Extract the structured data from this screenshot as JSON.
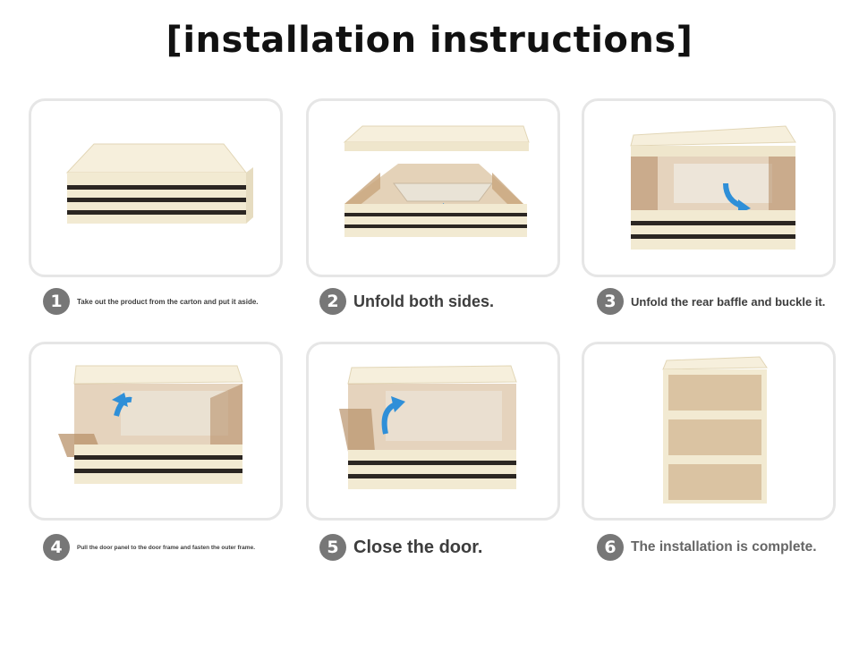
{
  "title": "[installation instructions]",
  "steps": [
    {
      "number": "1",
      "text": "Take out the product from the carton and put it aside.",
      "image_icon": "folded-cabinet-illustration"
    },
    {
      "number": "2",
      "text": "Unfold both sides.",
      "image_icon": "unfold-sides-illustration"
    },
    {
      "number": "3",
      "text": "Unfold the rear baffle and buckle it.",
      "image_icon": "rear-baffle-illustration"
    },
    {
      "number": "4",
      "text": "Pull the door panel to the door frame and fasten the outer frame.",
      "image_icon": "door-panel-illustration"
    },
    {
      "number": "5",
      "text": "Close the door.",
      "image_icon": "close-door-illustration"
    },
    {
      "number": "6",
      "text": "The installation is complete.",
      "image_icon": "stacked-cabinets-illustration"
    }
  ],
  "colors": {
    "frame": "#f4ecd6",
    "panel": "#c9a982",
    "arrow": "#2f8fd8",
    "badge": "#777777"
  }
}
